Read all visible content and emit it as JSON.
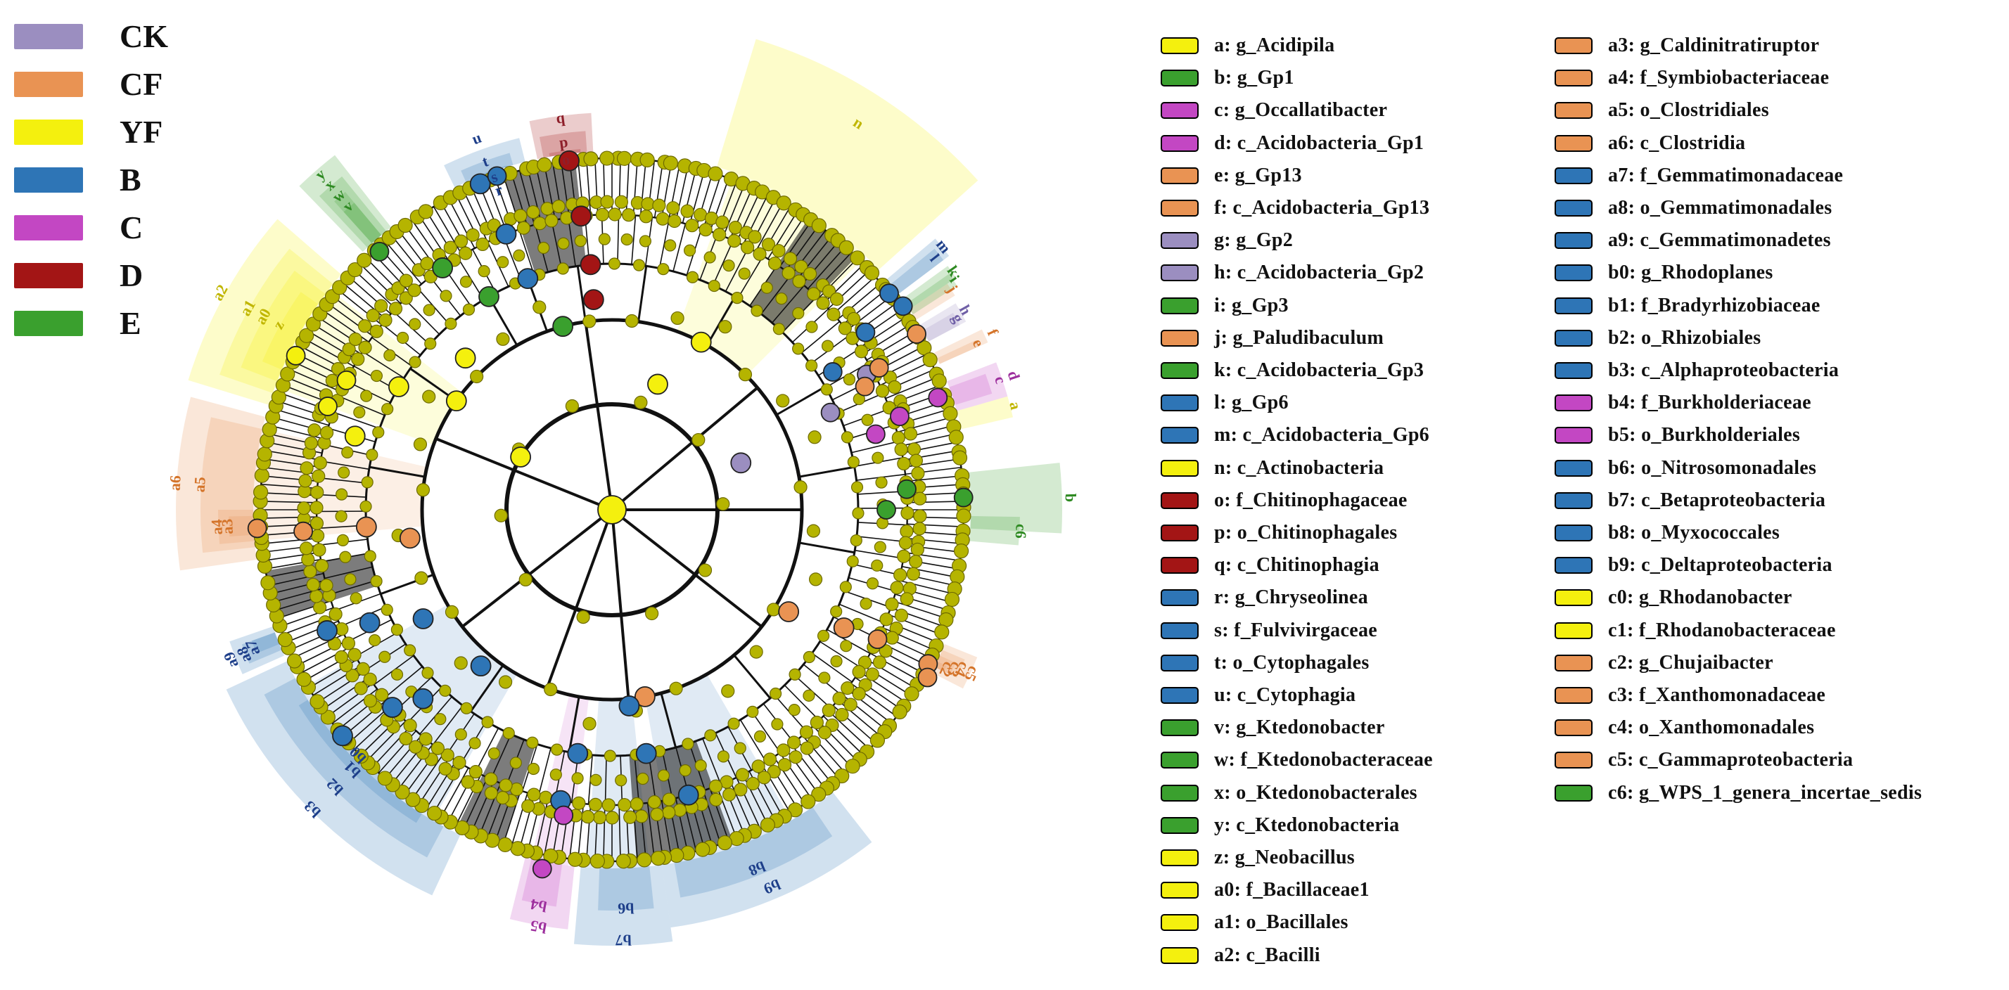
{
  "groups": [
    {
      "name": "CK",
      "color": "#9b8ec0"
    },
    {
      "name": "CF",
      "color": "#e99353"
    },
    {
      "name": "YF",
      "color": "#f4f00e"
    },
    {
      "name": "B",
      "color": "#2e75b6"
    },
    {
      "name": "C",
      "color": "#c347c3"
    },
    {
      "name": "D",
      "color": "#a31515"
    },
    {
      "name": "E",
      "color": "#3aa02e"
    }
  ],
  "taxa": [
    {
      "id": "a",
      "label": "a: g_Acidipila",
      "group": "YF"
    },
    {
      "id": "b",
      "label": "b: g_Gp1",
      "group": "E"
    },
    {
      "id": "c",
      "label": "c: g_Occallatibacter",
      "group": "C"
    },
    {
      "id": "d",
      "label": "d: c_Acidobacteria_Gp1",
      "group": "C"
    },
    {
      "id": "e",
      "label": "e: g_Gp13",
      "group": "CF"
    },
    {
      "id": "f",
      "label": "f: c_Acidobacteria_Gp13",
      "group": "CF"
    },
    {
      "id": "g",
      "label": "g: g_Gp2",
      "group": "CK"
    },
    {
      "id": "h",
      "label": "h: c_Acidobacteria_Gp2",
      "group": "CK"
    },
    {
      "id": "i",
      "label": "i: g_Gp3",
      "group": "E"
    },
    {
      "id": "j",
      "label": "j: g_Paludibaculum",
      "group": "CF"
    },
    {
      "id": "k",
      "label": "k: c_Acidobacteria_Gp3",
      "group": "E"
    },
    {
      "id": "l",
      "label": "l: g_Gp6",
      "group": "B"
    },
    {
      "id": "m",
      "label": "m: c_Acidobacteria_Gp6",
      "group": "B"
    },
    {
      "id": "n",
      "label": "n: c_Actinobacteria",
      "group": "YF"
    },
    {
      "id": "o",
      "label": "o: f_Chitinophagaceae",
      "group": "D"
    },
    {
      "id": "p",
      "label": "p: o_Chitinophagales",
      "group": "D"
    },
    {
      "id": "q",
      "label": "q: c_Chitinophagia",
      "group": "D"
    },
    {
      "id": "r",
      "label": "r: g_Chryseolinea",
      "group": "B"
    },
    {
      "id": "s",
      "label": "s:  f_Fulvivirgaceae",
      "group": "B"
    },
    {
      "id": "t",
      "label": "t: o_Cytophagales",
      "group": "B"
    },
    {
      "id": "u",
      "label": "u: c_Cytophagia",
      "group": "B"
    },
    {
      "id": "v",
      "label": "v: g_Ktedonobacter",
      "group": "E"
    },
    {
      "id": "w",
      "label": "w: f_Ktedonobacteraceae",
      "group": "E"
    },
    {
      "id": "x",
      "label": "x: o_Ktedonobacterales",
      "group": "E"
    },
    {
      "id": "y",
      "label": "y: c_Ktedonobacteria",
      "group": "E"
    },
    {
      "id": "z",
      "label": "z: g_Neobacillus",
      "group": "YF"
    },
    {
      "id": "a0",
      "label": "a0: f_Bacillaceae1",
      "group": "YF"
    },
    {
      "id": "a1",
      "label": "a1: o_Bacillales",
      "group": "YF"
    },
    {
      "id": "a2",
      "label": "a2: c_Bacilli",
      "group": "YF"
    },
    {
      "id": "a3",
      "label": "a3: g_Caldinitratiruptor",
      "group": "CF"
    },
    {
      "id": "a4",
      "label": "a4: f_Symbiobacteriaceae",
      "group": "CF"
    },
    {
      "id": "a5",
      "label": "a5: o_Clostridiales",
      "group": "CF"
    },
    {
      "id": "a6",
      "label": "a6: c_Clostridia",
      "group": "CF"
    },
    {
      "id": "a7",
      "label": "a7: f_Gemmatimonadaceae",
      "group": "B"
    },
    {
      "id": "a8",
      "label": "a8: o_Gemmatimonadales",
      "group": "B"
    },
    {
      "id": "a9",
      "label": "a9: c_Gemmatimonadetes",
      "group": "B"
    },
    {
      "id": "b0",
      "label": "b0: g_Rhodoplanes",
      "group": "B"
    },
    {
      "id": "b1",
      "label": "b1: f_Bradyrhizobiaceae",
      "group": "B"
    },
    {
      "id": "b2",
      "label": "b2: o_Rhizobiales",
      "group": "B"
    },
    {
      "id": "b3",
      "label": "b3: c_Alphaproteobacteria",
      "group": "B"
    },
    {
      "id": "b4",
      "label": "b4: f_Burkholderiaceae",
      "group": "C"
    },
    {
      "id": "b5",
      "label": "b5: o_Burkholderiales",
      "group": "C"
    },
    {
      "id": "b6",
      "label": "b6: o_Nitrosomonadales",
      "group": "B"
    },
    {
      "id": "b7",
      "label": "b7: c_Betaproteobacteria",
      "group": "B"
    },
    {
      "id": "b8",
      "label": "b8: o_Myxococcales",
      "group": "B"
    },
    {
      "id": "b9",
      "label": "b9: c_Deltaproteobacteria",
      "group": "B"
    },
    {
      "id": "c0",
      "label": "c0: g_Rhodanobacter",
      "group": "YF"
    },
    {
      "id": "c1",
      "label": "c1: f_Rhodanobacteraceae",
      "group": "YF"
    },
    {
      "id": "c2",
      "label": "c2: g_Chujaibacter",
      "group": "CF"
    },
    {
      "id": "c3",
      "label": "c3: f_Xanthomonadaceae",
      "group": "CF"
    },
    {
      "id": "c4",
      "label": "c4: o_Xanthomonadales",
      "group": "CF"
    },
    {
      "id": "c5",
      "label": "c5: c_Gammaproteobacteria",
      "group": "CF"
    },
    {
      "id": "c6",
      "label": "c6: g_WPS_1_genera_incertae_sedis",
      "group": "E"
    }
  ],
  "node_fill": "#b5b400",
  "node_stroke": "#6e6a00"
}
